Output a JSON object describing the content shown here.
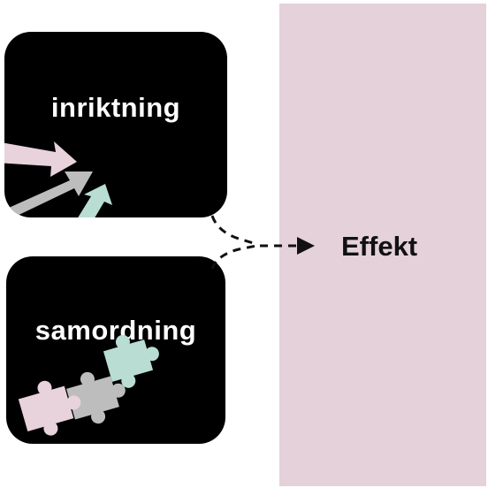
{
  "diagram": {
    "box_top": {
      "label": "inriktning",
      "icon": "direction-arrows-icon"
    },
    "box_bottom": {
      "label": "samordning",
      "icon": "puzzle-pieces-icon"
    },
    "result": {
      "label": "Effekt",
      "arrow_style": "dashed"
    }
  },
  "colors": {
    "box": "#000000",
    "result_panel": "#e4d1da",
    "pink": "#e8d2db",
    "gray": "#bdbdbd",
    "mint": "#b9ddd3"
  }
}
